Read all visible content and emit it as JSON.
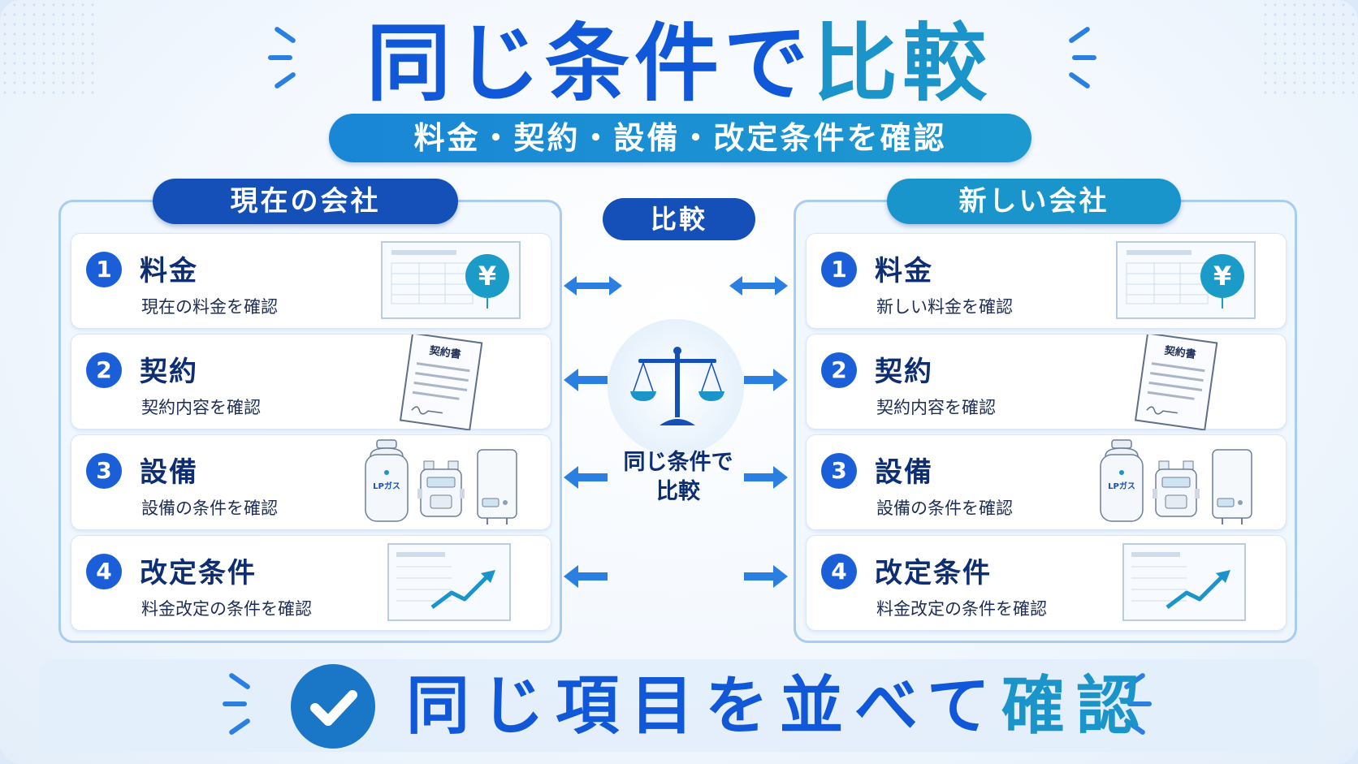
{
  "title": {
    "main": "同じ条件で",
    "accent": "比較"
  },
  "subtitle": "料金・契約・設備・改定条件を確認",
  "center": {
    "label": "比較",
    "caption_line1": "同じ条件で",
    "caption_line2": "比較"
  },
  "left_panel": {
    "title": "現在の会社",
    "items": [
      {
        "number": "1",
        "title": "料金",
        "subtitle": "現在の料金を確認"
      },
      {
        "number": "2",
        "title": "契約",
        "subtitle": "契約内容を確認"
      },
      {
        "number": "3",
        "title": "設備",
        "subtitle": "設備の条件を確認"
      },
      {
        "number": "4",
        "title": "改定条件",
        "subtitle": "料金改定の条件を確認"
      }
    ]
  },
  "right_panel": {
    "title": "新しい会社",
    "items": [
      {
        "number": "1",
        "title": "料金",
        "subtitle": "新しい料金を確認"
      },
      {
        "number": "2",
        "title": "契約",
        "subtitle": "契約内容を確認"
      },
      {
        "number": "3",
        "title": "設備",
        "subtitle": "設備の条件を確認"
      },
      {
        "number": "4",
        "title": "改定条件",
        "subtitle": "料金改定の条件を確認"
      }
    ]
  },
  "illustrations": {
    "yen_symbol": "¥",
    "contract_label": "契約書",
    "tank_label": "LPガス"
  },
  "bottom": {
    "main": "同じ項目を並べて",
    "accent": "確認"
  },
  "colors": {
    "primary_blue": "#1158d8",
    "teal_accent": "#1a94c9",
    "navy_text": "#0d2e72",
    "left_tab": "#1450b8",
    "right_tab": "#1a95cc"
  },
  "icons": [
    "yen-coin-icon",
    "contract-document-icon",
    "lp-gas-tank-icon",
    "gas-meter-icon",
    "water-heater-icon",
    "rising-chart-icon",
    "balance-scale-icon",
    "check-circle-icon",
    "double-arrow-icon",
    "left-arrow-icon",
    "right-arrow-icon"
  ]
}
